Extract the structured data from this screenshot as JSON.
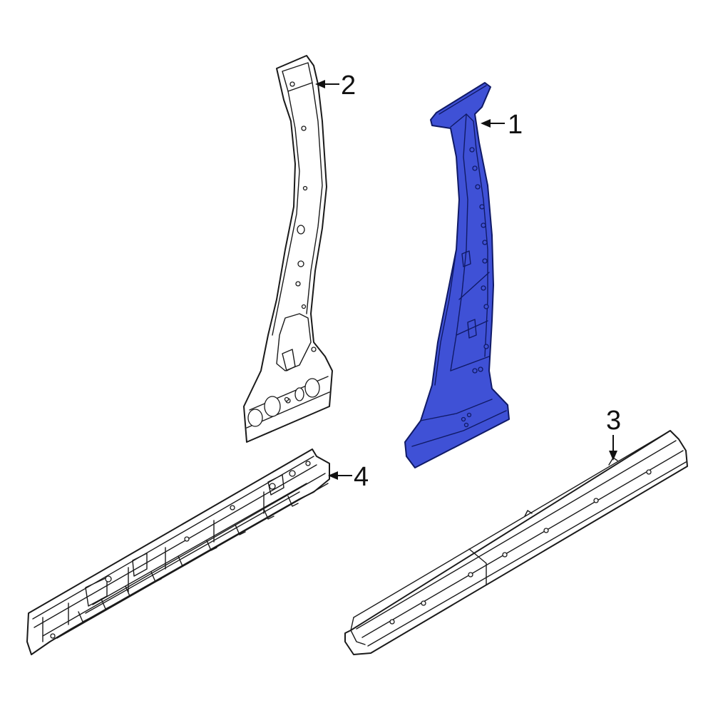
{
  "colors": {
    "highlight": "#3f51d6",
    "outline": "#1a1a1a",
    "background": "#ffffff"
  },
  "callouts": [
    {
      "number": "1",
      "part": "highlighted-pillar"
    },
    {
      "number": "2",
      "part": "inner-pillar"
    },
    {
      "number": "3",
      "part": "rocker-panel"
    },
    {
      "number": "4",
      "part": "inner-rocker"
    }
  ]
}
